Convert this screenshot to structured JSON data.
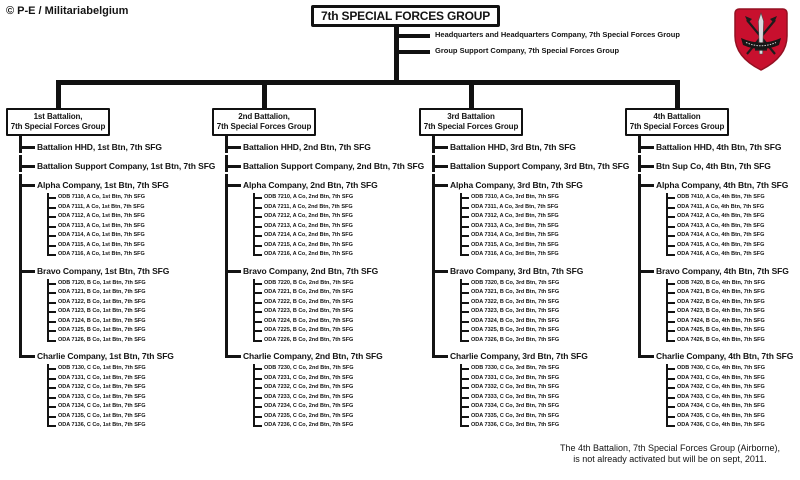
{
  "credit": "© P-E / Militariabelgium",
  "root": {
    "title": "7th SPECIAL FORCES GROUP",
    "attached_units": [
      "Headquarters and Headquarters Company,  7th Special Forces Group",
      "Group Support Company,  7th Special Forces Group"
    ]
  },
  "insignia": {
    "name": "7th-special-forces-group-beret-flash",
    "flash_color": "#C8102E"
  },
  "battalions": [
    {
      "line1": "1st Battalion,",
      "line2": "7th Special Forces Group",
      "children": [
        {
          "label": "Battalion HHD, 1st Btn, 7th SFG",
          "teams": []
        },
        {
          "label": "Battalion Support Company, 1st Btn, 7th SFG",
          "teams": []
        },
        {
          "label": "Alpha Company, 1st Btn, 7th SFG",
          "teams": [
            "ODB 7110, A Co, 1st Btn, 7th SFG",
            "ODA 7111, A Co, 1st Btn, 7th SFG",
            "ODA 7112, A Co, 1st Btn, 7th SFG",
            "ODA 7113, A Co, 1st Btn, 7th SFG",
            "ODA 7114, A Co, 1st Btn, 7th SFG",
            "ODA 7115, A Co, 1st Btn, 7th SFG",
            "ODA 7116, A Co, 1st Btn, 7th SFG"
          ]
        },
        {
          "label": "Bravo Company, 1st Btn, 7th SFG",
          "teams": [
            "ODB 7120, B Co, 1st Btn, 7th SFG",
            "ODA 7121, B Co, 1st Btn, 7th SFG",
            "ODA 7122, B Co, 1st Btn, 7th SFG",
            "ODA 7123, B Co, 1st Btn, 7th SFG",
            "ODA 7124, B Co, 1st Btn, 7th SFG",
            "ODA 7125, B Co, 1st Btn, 7th SFG",
            "ODA 7126, B Co, 1st Btn, 7th SFG"
          ]
        },
        {
          "label": "Charlie Company, 1st Btn, 7th SFG",
          "teams": [
            "ODB 7130, C Co, 1st Btn, 7th SFG",
            "ODA 7131, C Co, 1st Btn, 7th SFG",
            "ODA 7132, C Co, 1st Btn, 7th SFG",
            "ODA 7133, C Co, 1st Btn, 7th SFG",
            "ODA 7134, C Co, 1st Btn, 7th SFG",
            "ODA 7135, C Co, 1st Btn, 7th SFG",
            "ODA 7136, C Co, 1st Btn, 7th SFG"
          ]
        }
      ]
    },
    {
      "line1": "2nd Battalion,",
      "line2": "7th Special Forces Group",
      "children": [
        {
          "label": "Battalion HHD, 2nd Btn, 7th SFG",
          "teams": []
        },
        {
          "label": "Battalion Support Company, 2nd Btn, 7th SFG",
          "teams": []
        },
        {
          "label": "Alpha Company, 2nd Btn, 7th SFG",
          "teams": [
            "ODB 7210, A Co, 2nd Btn, 7th SFG",
            "ODA 7211, A Co, 2nd Btn, 7th SFG",
            "ODA 7212, A Co, 2nd Btn, 7th SFG",
            "ODA 7213, A Co, 2nd Btn, 7th SFG",
            "ODA 7214, A Co, 2nd Btn, 7th SFG",
            "ODA 7215, A Co, 2nd Btn, 7th SFG",
            "ODA 7216, A Co, 2nd Btn, 7th SFG"
          ]
        },
        {
          "label": "Bravo Company, 2nd Btn, 7th SFG",
          "teams": [
            "ODB 7220, B Co, 2nd Btn, 7th SFG",
            "ODA 7221, B Co, 2nd Btn, 7th SFG",
            "ODA 7222, B Co, 2nd Btn, 7th SFG",
            "ODA 7223, B Co, 2nd Btn, 7th SFG",
            "ODA 7224, B Co, 2nd Btn, 7th SFG",
            "ODA 7225, B Co, 2nd Btn, 7th SFG",
            "ODA 7226, B Co, 2nd Btn, 7th SFG"
          ]
        },
        {
          "label": "Charlie Company, 2nd Btn, 7th SFG",
          "teams": [
            "ODB 7230, C Co, 2nd Btn, 7th SFG",
            "ODA 7231, C Co, 2nd Btn, 7th SFG",
            "ODA 7232, C Co, 2nd Btn, 7th SFG",
            "ODA 7233, C Co, 2nd Btn, 7th SFG",
            "ODA 7234, C Co, 2nd Btn, 7th SFG",
            "ODA 7235, C Co, 2nd Btn, 7th SFG",
            "ODA 7236, C Co, 2nd Btn, 7th SFG"
          ]
        }
      ]
    },
    {
      "line1": "3rd Battalion",
      "line2": "7th Special Forces Group",
      "children": [
        {
          "label": "Battalion HHD, 3rd Btn, 7th SFG",
          "teams": []
        },
        {
          "label": "Battalion Support Company, 3rd Btn, 7th SFG",
          "teams": []
        },
        {
          "label": "Alpha Company, 3rd Btn, 7th SFG",
          "teams": [
            "ODB 7310, A Co, 3rd Btn, 7th SFG",
            "ODA 7311, A Co, 3rd Btn, 7th SFG",
            "ODA 7312, A Co, 3rd Btn, 7th SFG",
            "ODA 7313, A Co, 3rd Btn, 7th SFG",
            "ODA 7314, A Co, 3rd Btn, 7th SFG",
            "ODA 7315, A Co, 3rd Btn, 7th SFG",
            "ODA 7316, A Co, 3rd Btn, 7th SFG"
          ]
        },
        {
          "label": "Bravo Company, 3rd Btn, 7th SFG",
          "teams": [
            "ODB 7320, B Co, 3rd Btn, 7th SFG",
            "ODA 7321, B Co, 3rd Btn, 7th SFG",
            "ODA 7322, B Co, 3rd Btn, 7th SFG",
            "ODA 7323, B Co, 3rd Btn, 7th SFG",
            "ODA 7324, B Co, 3rd Btn, 7th SFG",
            "ODA 7325, B Co, 3rd Btn, 7th SFG",
            "ODA 7326, B Co, 3rd Btn, 7th SFG"
          ]
        },
        {
          "label": "Charlie Company, 3rd Btn, 7th SFG",
          "teams": [
            "ODB 7330, C Co, 3rd Btn, 7th SFG",
            "ODA 7331, C Co, 3rd Btn, 7th SFG",
            "ODA 7332, C Co, 3rd Btn, 7th SFG",
            "ODA 7333, C Co, 3rd Btn, 7th SFG",
            "ODA 7334, C Co, 3rd Btn, 7th SFG",
            "ODA 7335, C Co, 3rd Btn, 7th SFG",
            "ODA 7336, C Co, 3rd Btn, 7th SFG"
          ]
        }
      ]
    },
    {
      "line1": "4th Battalion",
      "line2": "7th Special Forces Group",
      "children": [
        {
          "label": "Battalion HHD, 4th Btn, 7th SFG",
          "teams": []
        },
        {
          "label": "Btn Sup Co, 4th Btn, 7th SFG",
          "teams": []
        },
        {
          "label": "Alpha Company, 4th Btn, 7th SFG",
          "teams": [
            "ODB 7410, A Co, 4th Btn, 7th SFG",
            "ODA 7411, A Co, 4th Btn, 7th SFG",
            "ODA 7412, A Co, 4th Btn, 7th SFG",
            "ODA 7413, A Co, 4th Btn, 7th SFG",
            "ODA 7414, A Co, 4th Btn, 7th SFG",
            "ODA 7415, A Co, 4th Btn, 7th SFG",
            "ODA 7416, A Co, 4th Btn, 7th SFG"
          ]
        },
        {
          "label": "Bravo Company, 4th Btn, 7th SFG",
          "teams": [
            "ODB 7420, B Co, 4th Btn, 7th SFG",
            "ODA 7421, B Co, 4th Btn, 7th SFG",
            "ODA 7422, B Co, 4th Btn, 7th SFG",
            "ODA 7423, B Co, 4th Btn, 7th SFG",
            "ODA 7424, B Co, 4th Btn, 7th SFG",
            "ODA 7425, B Co, 4th Btn, 7th SFG",
            "ODA 7426, B Co, 4th Btn, 7th SFG"
          ]
        },
        {
          "label": "Charlie Company, 4th Btn, 7th SFG",
          "teams": [
            "ODB 7430, C Co, 4th Btn, 7th SFG",
            "ODA 7431, C Co, 4th Btn, 7th SFG",
            "ODA 7432, C Co, 4th Btn, 7th SFG",
            "ODA 7433, C Co, 4th Btn, 7th SFG",
            "ODA 7434, C Co, 4th Btn, 7th SFG",
            "ODA 7435, C Co, 4th Btn, 7th SFG",
            "ODA 7436, C Co, 4th Btn, 7th SFG"
          ]
        }
      ]
    }
  ],
  "footnote": {
    "line1": "The 4th Battalion, 7th Special Forces Group (Airborne),",
    "line2": "is not already activated but will be on sept, 2011."
  }
}
